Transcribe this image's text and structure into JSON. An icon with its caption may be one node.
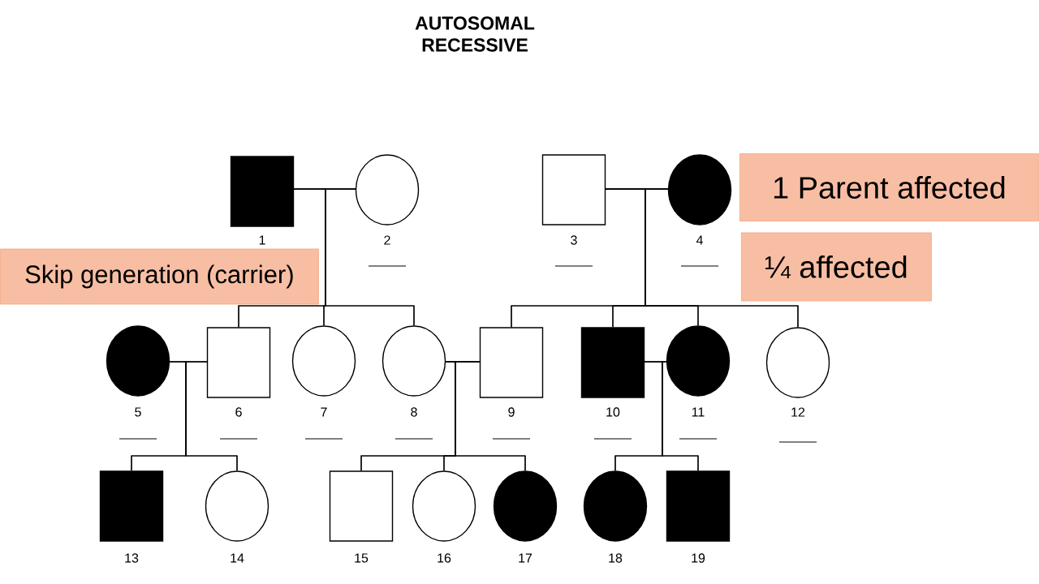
{
  "diagram": {
    "title": "AUTOSOMAL RECESSIVE",
    "nodes": [
      {
        "text": [],
        "shape": "box",
        "beside": [
          "1"
        ]
      },
      {
        "text": [],
        "shape": "circle",
        "beside": [
          "2"
        ]
      },
      {
        "text": [],
        "shape": "box",
        "beside": [
          "3"
        ]
      },
      {
        "text": [],
        "shape": "circle",
        "beside": [
          "4"
        ]
      },
      {
        "text": [],
        "shape": "circle",
        "beside": [
          "5"
        ]
      },
      {
        "text": [],
        "shape": "box",
        "beside": [
          "6"
        ]
      },
      {
        "text": [],
        "shape": "circle",
        "beside": [
          "7"
        ]
      },
      {
        "text": [],
        "shape": "circle",
        "beside": [
          "8"
        ]
      },
      {
        "text": [],
        "shape": "box",
        "beside": [
          "9"
        ]
      },
      {
        "text": [],
        "shape": "box",
        "beside": [
          "10"
        ]
      },
      {
        "text": [],
        "shape": "circle",
        "beside": [
          "11"
        ]
      },
      {
        "text": [],
        "shape": "circle",
        "beside": [
          "12"
        ]
      },
      {
        "text": [],
        "shape": "box",
        "beside": [
          "13"
        ]
      },
      {
        "text": [],
        "shape": "circle",
        "beside": [
          "14"
        ]
      },
      {
        "text": [],
        "shape": "box",
        "beside": [
          "15"
        ]
      },
      {
        "text": [],
        "shape": "circle",
        "beside": [
          "16"
        ]
      },
      {
        "text": [],
        "shape": "circle",
        "beside": [
          "17"
        ]
      },
      {
        "text": [],
        "shape": "circle",
        "beside": [
          "18"
        ]
      },
      {
        "text": [],
        "shape": "box",
        "beside": [
          "19"
        ]
      },
      {
        "text": [
          "1 Parent affected"
        ]
      },
      {
        "text": [
          "¼ affected"
        ]
      },
      {
        "text": [
          "Skip generation (carrier)"
        ]
      }
    ],
    "edges": [
      {
        "from": 0,
        "to": 1,
        "arrow": "none"
      },
      {
        "from": 2,
        "to": 3,
        "arrow": "none"
      },
      {
        "from": 0,
        "to": 5,
        "arrow": "none"
      },
      {
        "from": 1,
        "to": 5,
        "arrow": "none"
      },
      {
        "from": 0,
        "to": 6,
        "arrow": "none"
      },
      {
        "from": 1,
        "to": 6,
        "arrow": "none"
      },
      {
        "from": 0,
        "to": 7,
        "arrow": "none"
      },
      {
        "from": 1,
        "to": 7,
        "arrow": "none"
      },
      {
        "from": 2,
        "to": 8,
        "arrow": "none"
      },
      {
        "from": 3,
        "to": 8,
        "arrow": "none"
      },
      {
        "from": 2,
        "to": 9,
        "arrow": "none"
      },
      {
        "from": 3,
        "to": 9,
        "arrow": "none"
      },
      {
        "from": 2,
        "to": 10,
        "arrow": "none"
      },
      {
        "from": 3,
        "to": 10,
        "arrow": "none"
      },
      {
        "from": 2,
        "to": 11,
        "arrow": "none"
      },
      {
        "from": 3,
        "to": 11,
        "arrow": "none"
      },
      {
        "from": 4,
        "to": 5,
        "arrow": "none"
      },
      {
        "from": 7,
        "to": 8,
        "arrow": "none"
      },
      {
        "from": 9,
        "to": 10,
        "arrow": "none"
      },
      {
        "from": 4,
        "to": 12,
        "arrow": "none"
      },
      {
        "from": 5,
        "to": 12,
        "arrow": "none"
      },
      {
        "from": 4,
        "to": 13,
        "arrow": "none"
      },
      {
        "from": 5,
        "to": 13,
        "arrow": "none"
      },
      {
        "from": 7,
        "to": 14,
        "arrow": "none"
      },
      {
        "from": 8,
        "to": 14,
        "arrow": "none"
      },
      {
        "from": 7,
        "to": 15,
        "arrow": "none"
      },
      {
        "from": 8,
        "to": 15,
        "arrow": "none"
      },
      {
        "from": 7,
        "to": 16,
        "arrow": "none"
      },
      {
        "from": 8,
        "to": 16,
        "arrow": "none"
      },
      {
        "from": 9,
        "to": 17,
        "arrow": "none"
      },
      {
        "from": 10,
        "to": 17,
        "arrow": "none"
      },
      {
        "from": 9,
        "to": 18,
        "arrow": "none"
      },
      {
        "from": 10,
        "to": 18,
        "arrow": "none"
      }
    ]
  }
}
